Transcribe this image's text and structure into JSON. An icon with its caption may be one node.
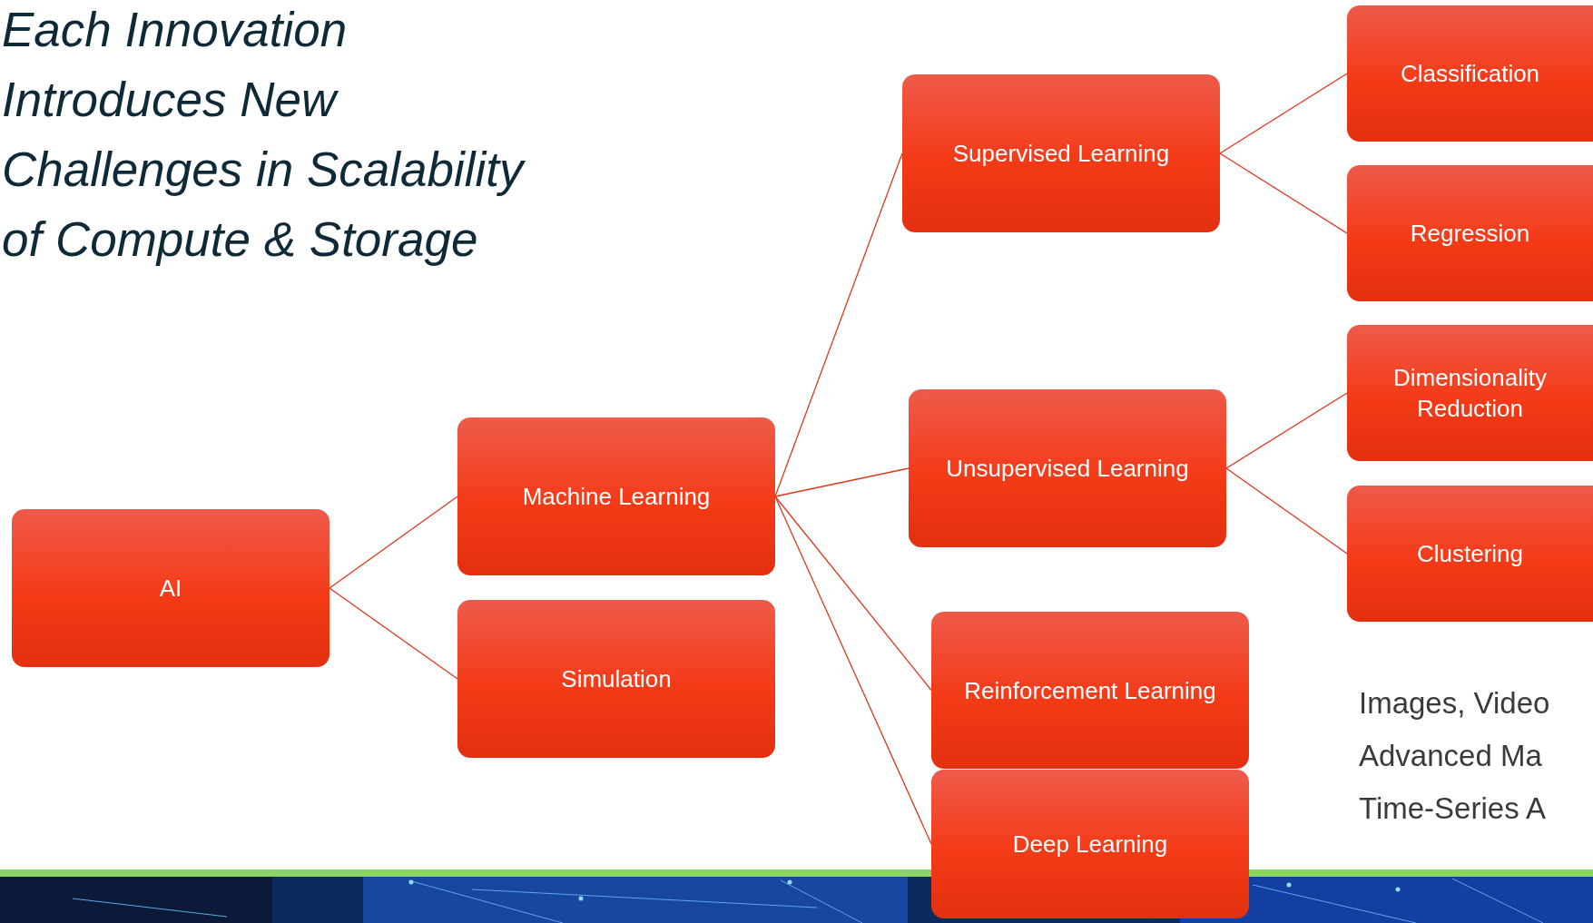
{
  "diagram": {
    "title": "Each Innovation Introduces New Challenges in Scalability of Compute & Storage",
    "nodes": [
      {
        "text": [
          "AI"
        ]
      },
      {
        "text": [
          "Machine Learning"
        ]
      },
      {
        "text": [
          "Simulation"
        ]
      },
      {
        "text": [
          "Supervised Learning"
        ]
      },
      {
        "text": [
          "Unsupervised Learning"
        ]
      },
      {
        "text": [
          "Reinforcement Learning"
        ]
      },
      {
        "text": [
          "Deep Learning"
        ]
      },
      {
        "text": [
          "Classification"
        ]
      },
      {
        "text": [
          "Regression"
        ]
      },
      {
        "text": [
          "Dimensionality Reduction"
        ]
      },
      {
        "text": [
          "Clustering"
        ]
      }
    ],
    "edges": [
      {
        "from": 0,
        "to": 1,
        "arrow": "none"
      },
      {
        "from": 0,
        "to": 2,
        "arrow": "none"
      },
      {
        "from": 1,
        "to": 3,
        "arrow": "none"
      },
      {
        "from": 1,
        "to": 4,
        "arrow": "none"
      },
      {
        "from": 1,
        "to": 5,
        "arrow": "none"
      },
      {
        "from": 1,
        "to": 6,
        "arrow": "none"
      },
      {
        "from": 3,
        "to": 7,
        "arrow": "none"
      },
      {
        "from": 3,
        "to": 8,
        "arrow": "none"
      },
      {
        "from": 4,
        "to": 9,
        "arrow": "none"
      },
      {
        "from": 4,
        "to": 10,
        "arrow": "none"
      }
    ],
    "labels": [
      "Images, Video",
      "Advanced Ma",
      "Time-Series A"
    ]
  }
}
